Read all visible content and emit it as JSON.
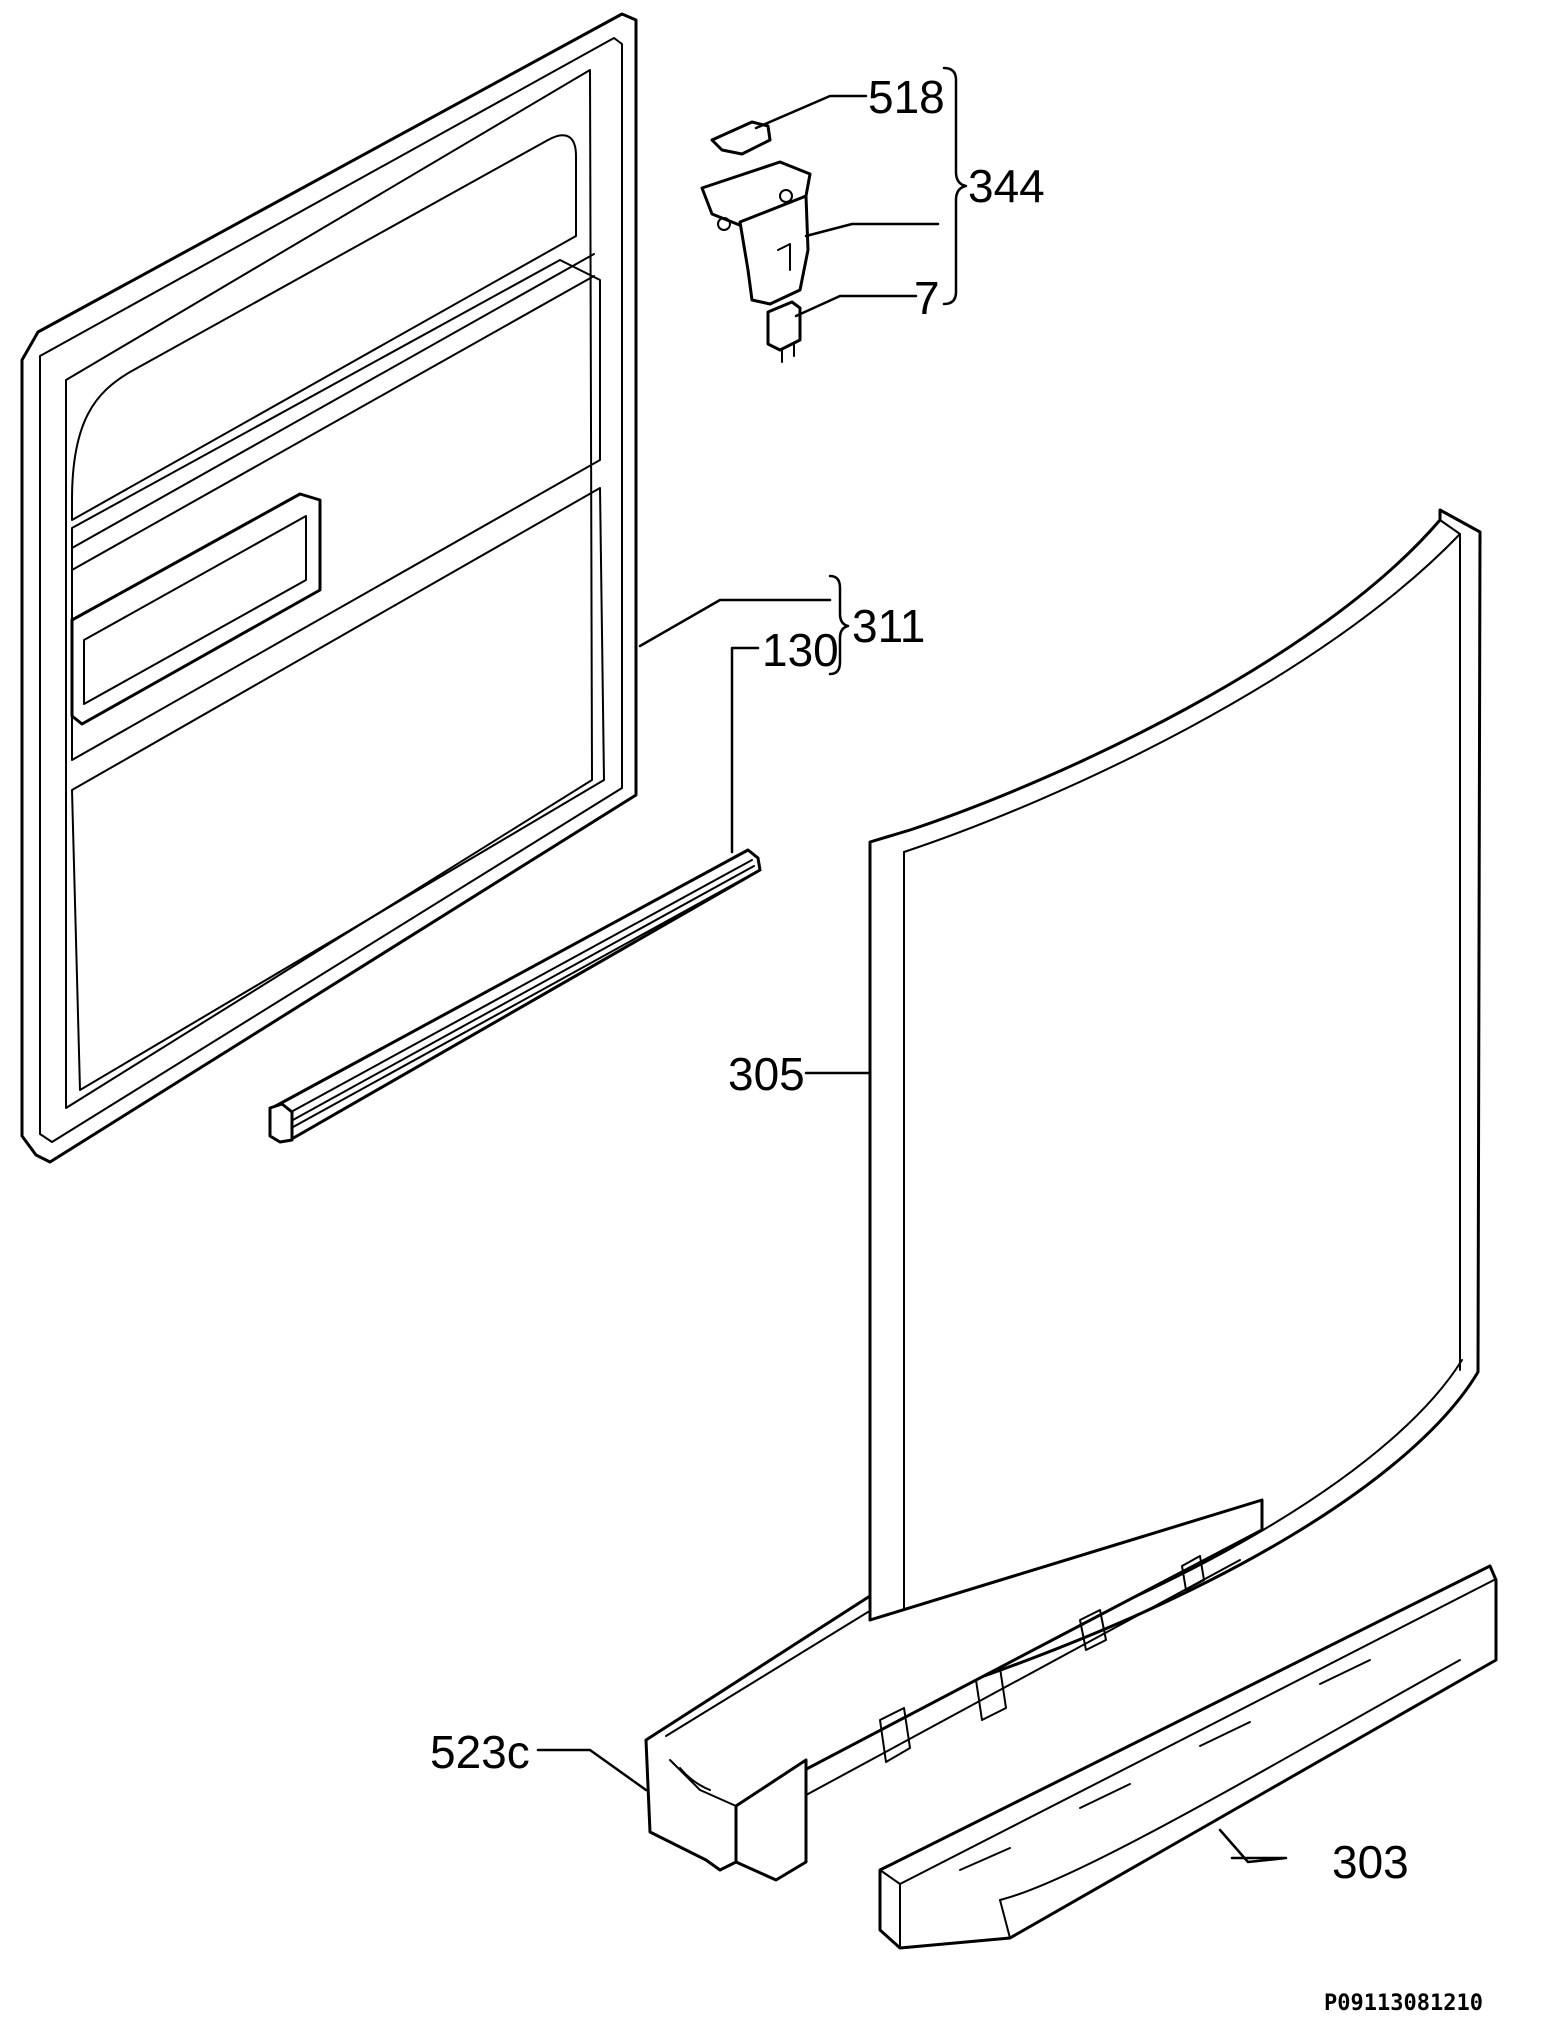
{
  "diagram": {
    "labels": {
      "p518": "518",
      "p344": "344",
      "p7": "7",
      "p311": "311",
      "p130": "130",
      "p305": "305",
      "p523c": "523c",
      "p303": "303"
    },
    "drawing_code": "P09113081210"
  }
}
